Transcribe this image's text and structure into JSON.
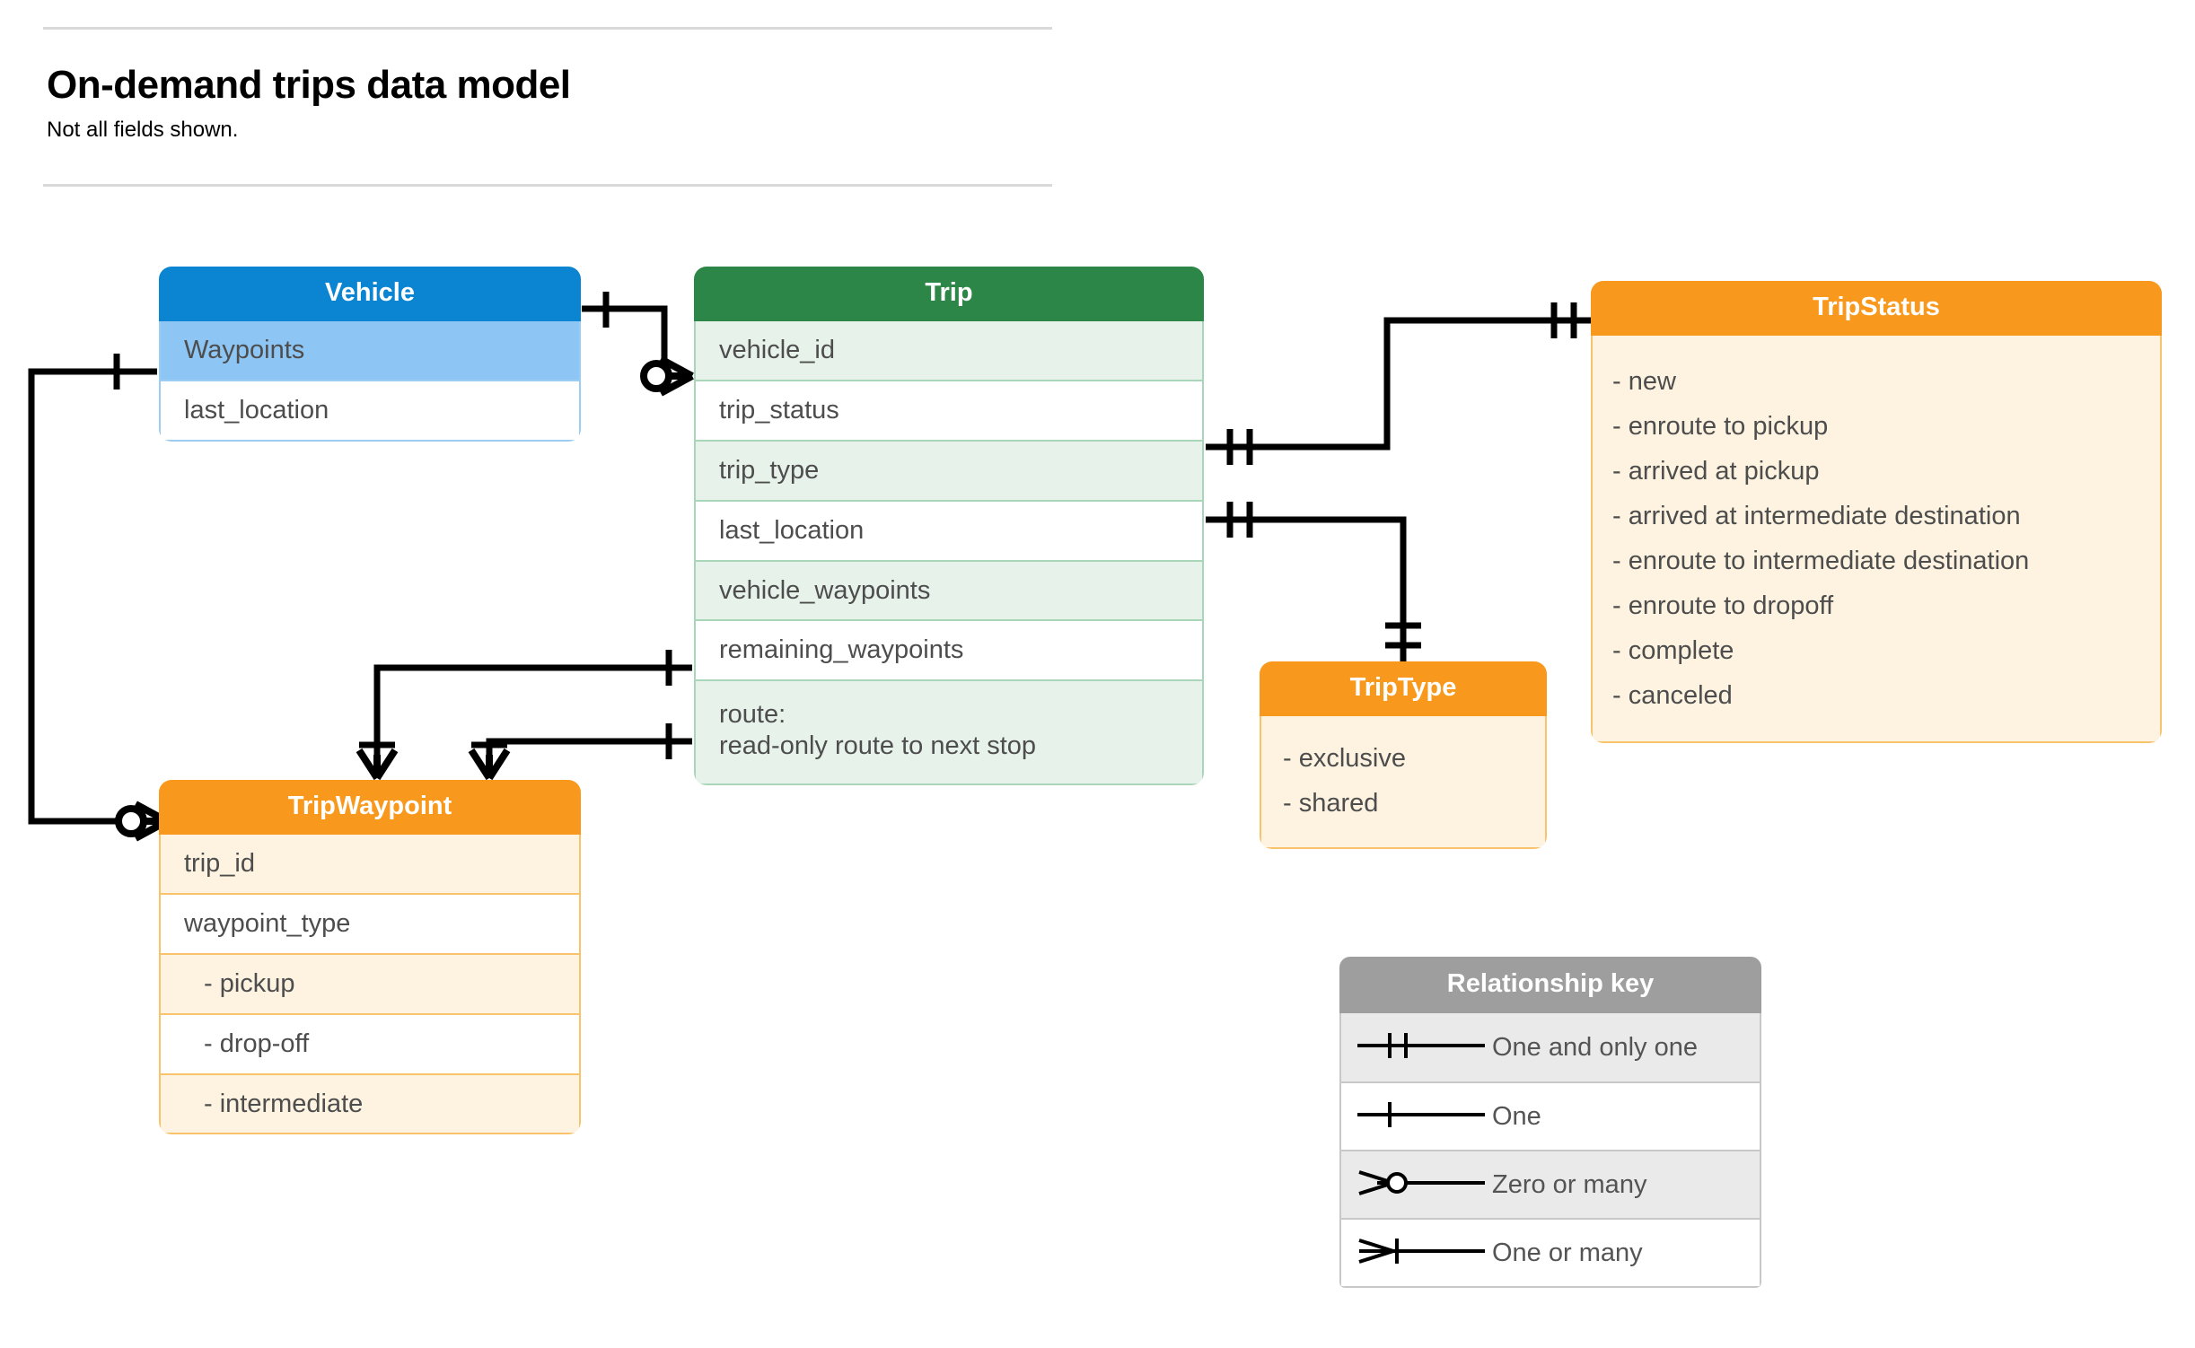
{
  "header": {
    "title": "On-demand trips data model",
    "subtitle": "Not all fields shown."
  },
  "entities": {
    "vehicle": {
      "title": "Vehicle",
      "header_color": "#0B84D1",
      "rows": [
        "Waypoints",
        "last_location"
      ]
    },
    "trip": {
      "title": "Trip",
      "header_color": "#2C8647",
      "rows": [
        "vehicle_id",
        "trip_status",
        "trip_type",
        "last_location",
        "vehicle_waypoints",
        "remaining_waypoints"
      ],
      "route_label": "route:",
      "route_detail": "read-only route to next stop"
    },
    "trip_status": {
      "title": "TripStatus",
      "header_color": "#F8991D",
      "values": [
        "- new",
        "- enroute to pickup",
        "- arrived at pickup",
        "- arrived at intermediate destination",
        "- enroute to intermediate destination",
        "- enroute to dropoff",
        "- complete",
        "- canceled"
      ]
    },
    "trip_type": {
      "title": "TripType",
      "header_color": "#F8991D",
      "values": [
        "- exclusive",
        "- shared"
      ]
    },
    "trip_waypoint": {
      "title": "TripWaypoint",
      "header_color": "#F8991D",
      "rows": [
        "trip_id",
        "waypoint_type"
      ],
      "waypoint_types": [
        "-  pickup",
        "-  drop-off",
        "-  intermediate"
      ]
    }
  },
  "legend": {
    "title": "Relationship key",
    "items": [
      {
        "symbol": "one-and-only-one",
        "label": "One and only one"
      },
      {
        "symbol": "one",
        "label": "One"
      },
      {
        "symbol": "zero-or-many",
        "label": "Zero or many"
      },
      {
        "symbol": "one-or-many",
        "label": "One or many"
      }
    ]
  },
  "relationships": [
    {
      "from": "Vehicle",
      "from_card": "one",
      "to": "Trip.vehicle_id",
      "to_card": "zero-or-many"
    },
    {
      "from": "Vehicle.Waypoints",
      "from_card": "one",
      "to": "TripWaypoint",
      "to_card": "zero-or-many"
    },
    {
      "from": "Trip.trip_status",
      "from_card": "one-and-only-one",
      "to": "TripStatus",
      "to_card": "one-and-only-one"
    },
    {
      "from": "Trip.trip_type",
      "from_card": "one-and-only-one",
      "to": "TripType",
      "to_card": "one-and-only-one"
    },
    {
      "from": "Trip.vehicle_waypoints",
      "from_card": "one",
      "to": "TripWaypoint",
      "to_card": "one-or-many"
    },
    {
      "from": "Trip.remaining_waypoints",
      "from_card": "one",
      "to": "TripWaypoint",
      "to_card": "one-or-many"
    }
  ]
}
